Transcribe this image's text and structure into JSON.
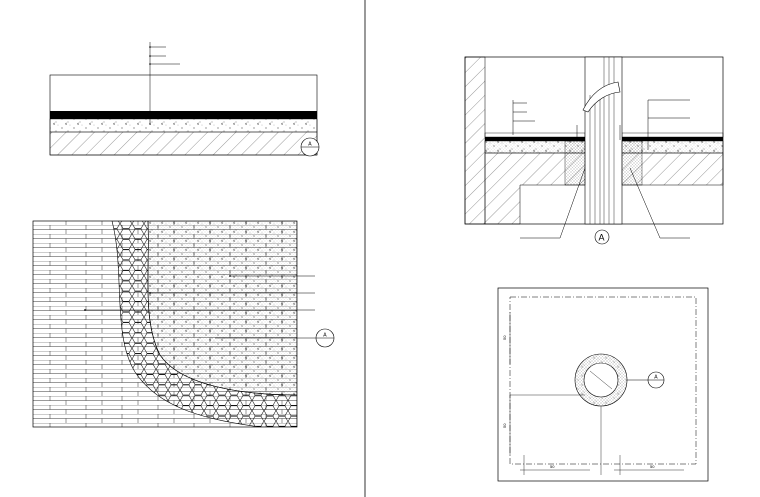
{
  "section_markers": {
    "a1": "A",
    "a2": "A",
    "a3": "A",
    "a4": "A"
  },
  "dimensions": {
    "left_top": "50",
    "left_bottom": "50",
    "bottom_left": "50",
    "bottom_right": "50"
  },
  "colors": {
    "line": "#000000",
    "background": "#ffffff"
  }
}
